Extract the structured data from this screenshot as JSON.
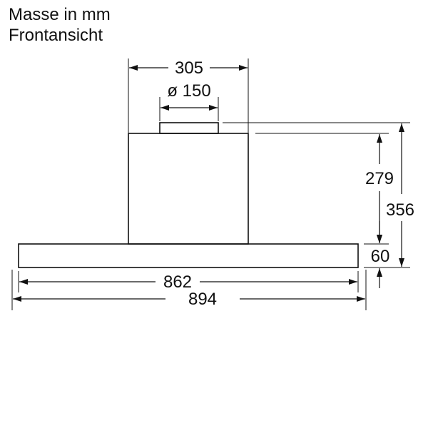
{
  "header": {
    "title": "Masse in mm",
    "subtitle": "Frontansicht"
  },
  "dimensions": {
    "body_width": "305",
    "duct_diameter": "ø 150",
    "body_height": "279",
    "total_height": "356",
    "base_height": "60",
    "base_inner_width": "862",
    "base_outer_width": "894"
  },
  "colors": {
    "line": "#111111",
    "background": "#ffffff"
  }
}
